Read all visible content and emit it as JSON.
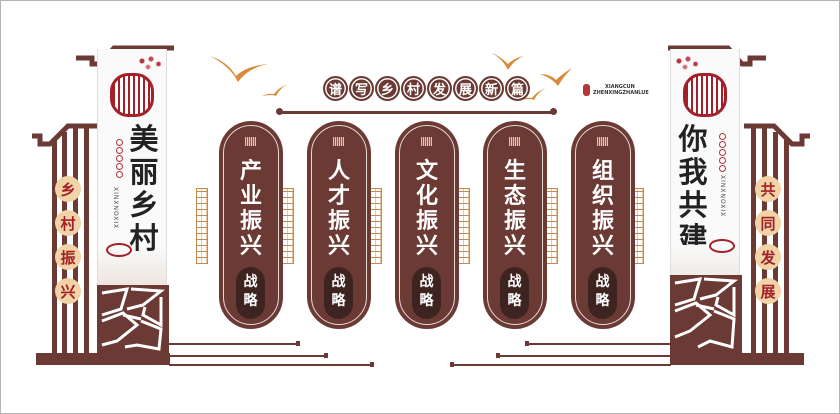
{
  "title": {
    "chars": [
      "谱",
      "写",
      "乡",
      "村",
      "发",
      "展",
      "新",
      "篇"
    ],
    "text": "谱写乡村发展新篇"
  },
  "seal": {
    "line1": "XIANGCUN",
    "line2": "ZHENXINGZHANLUE"
  },
  "cards": [
    {
      "chars": [
        "产",
        "业",
        "振",
        "兴"
      ],
      "badge": [
        "战",
        "略"
      ]
    },
    {
      "chars": [
        "人",
        "才",
        "振",
        "兴"
      ],
      "badge": [
        "战",
        "略"
      ]
    },
    {
      "chars": [
        "文",
        "化",
        "振",
        "兴"
      ],
      "badge": [
        "战",
        "略"
      ]
    },
    {
      "chars": [
        "生",
        "态",
        "振",
        "兴"
      ],
      "badge": [
        "战",
        "略"
      ]
    },
    {
      "chars": [
        "组",
        "织",
        "振",
        "兴"
      ],
      "badge": [
        "战",
        "略"
      ]
    }
  ],
  "left_panel": {
    "big_chars": [
      "美",
      "丽",
      "乡",
      "村"
    ],
    "pinyin": "XINXNOXIX",
    "pillar_chars": [
      "乡",
      "村",
      "振",
      "兴"
    ]
  },
  "right_panel": {
    "big_chars": [
      "你",
      "我",
      "共",
      "建"
    ],
    "pinyin": "XINXNOXIX",
    "pillar_chars": [
      "共",
      "同",
      "发",
      "展"
    ]
  },
  "colors": {
    "brown": "#6b3a34",
    "red": "#a3202a",
    "gold": "#c68a4a",
    "coin": "#f0d3a6",
    "bird": "#d98a3a"
  }
}
